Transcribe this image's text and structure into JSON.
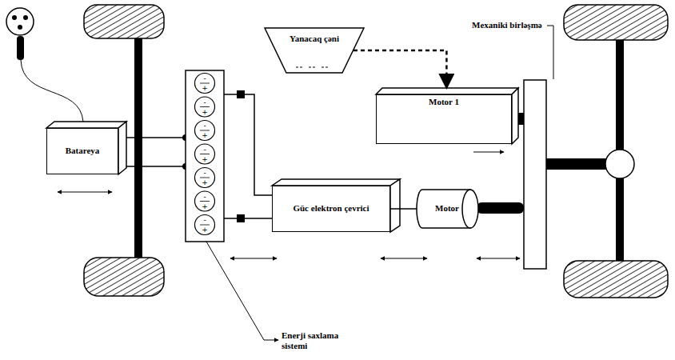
{
  "diagram": {
    "nodes": [
      {
        "text": [
          "Yanacaq çəni"
        ]
      },
      {
        "text": [
          "Motor 1"
        ]
      },
      {
        "text": [
          "Batareya"
        ]
      },
      {
        "text": [
          "Güc elektron çevrici"
        ]
      },
      {
        "text": [
          "Motor"
        ]
      }
    ],
    "edges": [
      {
        "from": 0,
        "to": 1,
        "arrow": "to"
      },
      {
        "from": 3,
        "to": 4,
        "arrow": "none"
      }
    ],
    "labels": [
      "Mexaniki birləşmə",
      "Enerji saxlama sistemi",
      "-",
      "+",
      "-",
      "+",
      "-",
      "+",
      "-",
      "+",
      "-",
      "+",
      "-",
      "+",
      "-",
      "+"
    ]
  }
}
